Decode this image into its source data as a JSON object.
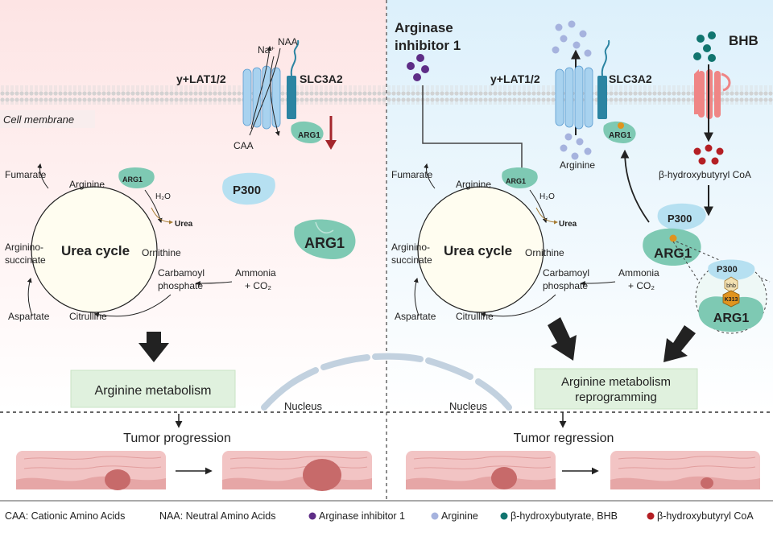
{
  "left": {
    "label_transporter": "y+LAT1/2",
    "label_slc": "SLC3A2",
    "label_na": "Na⁺",
    "label_naa": "NAA",
    "label_caa": "CAA",
    "label_membrane": "Cell membrane",
    "label_arg1_small": "ARG1",
    "label_arg1_big": "ARG1",
    "label_p300": "P300",
    "box_text": "Arginine metabolism",
    "outcome": "Tumor progression"
  },
  "right": {
    "label_inhibitor": "Arginase inhibitor 1",
    "label_transporter": "y+LAT1/2",
    "label_slc": "SLC3A2",
    "label_bhb": "BHB",
    "label_arginine": "Arginine",
    "label_bhb_coa": "β-hydroxybutyryl CoA",
    "label_arg1_small": "ARG1",
    "label_p300": "P300",
    "label_arg1_complex": "ARG1",
    "label_zoom_p300": "P300",
    "label_zoom_bhb": "bhb",
    "label_zoom_k313": "K313",
    "label_zoom_arg1": "ARG1",
    "box_text_line1": "Arginine metabolism",
    "box_text_line2": "reprogramming",
    "outcome": "Tumor regression"
  },
  "urea_cycle": {
    "title": "Urea cycle",
    "arginine": "Arginine",
    "fumarate": "Fumarate",
    "argininosuccinate_1": "Arginino-",
    "argininosuccinate_2": "succinate",
    "aspartate": "Aspartate",
    "citrulline": "Citrulline",
    "ornithine": "Ornithine",
    "carbamoyl_1": "Carbamoyl",
    "carbamoyl_2": "phosphate",
    "ammonia_1": "Ammonia",
    "ammonia_2": "+ CO₂",
    "h2o": "H₂O",
    "urea": "Urea",
    "arg1": "ARG1"
  },
  "nucleus_label": "Nucleus",
  "legend": {
    "caa": "CAA: Cationic Amino Acids",
    "naa": "NAA: Neutral Amino Acids",
    "inhibitor": "Arginase inhibitor 1",
    "arginine": "Arginine",
    "bhb": "β-hydroxybutyrate, BHB",
    "bhb_coa": "β-hydroxybutyryl CoA"
  },
  "colors": {
    "left_bg": "#fde9e9",
    "right_bg": "#e2f2fb",
    "arg1": "#7ec9b3",
    "p300": "#a9d8ec",
    "inhibitor_dot": "#5e2d86",
    "arginine_dot": "#a6b3de",
    "bhb_dot": "#11756f",
    "bhb_coa_dot": "#b41f24",
    "box_fill": "#e0f1de",
    "urea_text": "#a77d35"
  }
}
